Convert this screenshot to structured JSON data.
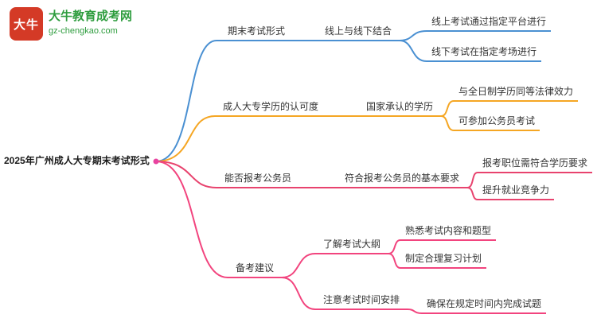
{
  "meta": {
    "title": "2025年广州成人大专期末考试形式思维导图"
  },
  "logo": {
    "mark_text": "大牛",
    "brand": "大牛教育成考网",
    "domain": "gz-chengkao.com"
  },
  "colors": {
    "blue": "#4a90d2",
    "orange": "#f5a623",
    "red": "#e8436e",
    "pink": "#f2447e",
    "dot": "#e843a0",
    "logo_red": "#d43a26",
    "logo_green": "#2f9d3f"
  },
  "root": {
    "label": "2025年广州成人大专期末考试形式"
  },
  "branches": [
    {
      "label": "期末考试形式",
      "color": "blue",
      "children": [
        {
          "label": "线上与线下结合",
          "leaves": [
            "线上考试通过指定平台进行",
            "线下考试在指定考场进行"
          ]
        }
      ]
    },
    {
      "label": "成人大专学历的认可度",
      "color": "orange",
      "children": [
        {
          "label": "国家承认的学历",
          "leaves": [
            "与全日制学历同等法律效力",
            "可参加公务员考试"
          ]
        }
      ]
    },
    {
      "label": "能否报考公务员",
      "color": "red",
      "children": [
        {
          "label": "符合报考公务员的基本要求",
          "leaves": [
            "报考职位需符合学历要求",
            "提升就业竞争力"
          ]
        }
      ]
    },
    {
      "label": "备考建议",
      "color": "pink",
      "children": [
        {
          "label": "了解考试大纲",
          "leaves": [
            "熟悉考试内容和题型",
            "制定合理复习计划"
          ]
        },
        {
          "label": "注意考试时间安排",
          "leaves": [
            "确保在规定时间内完成试题"
          ]
        }
      ]
    }
  ]
}
